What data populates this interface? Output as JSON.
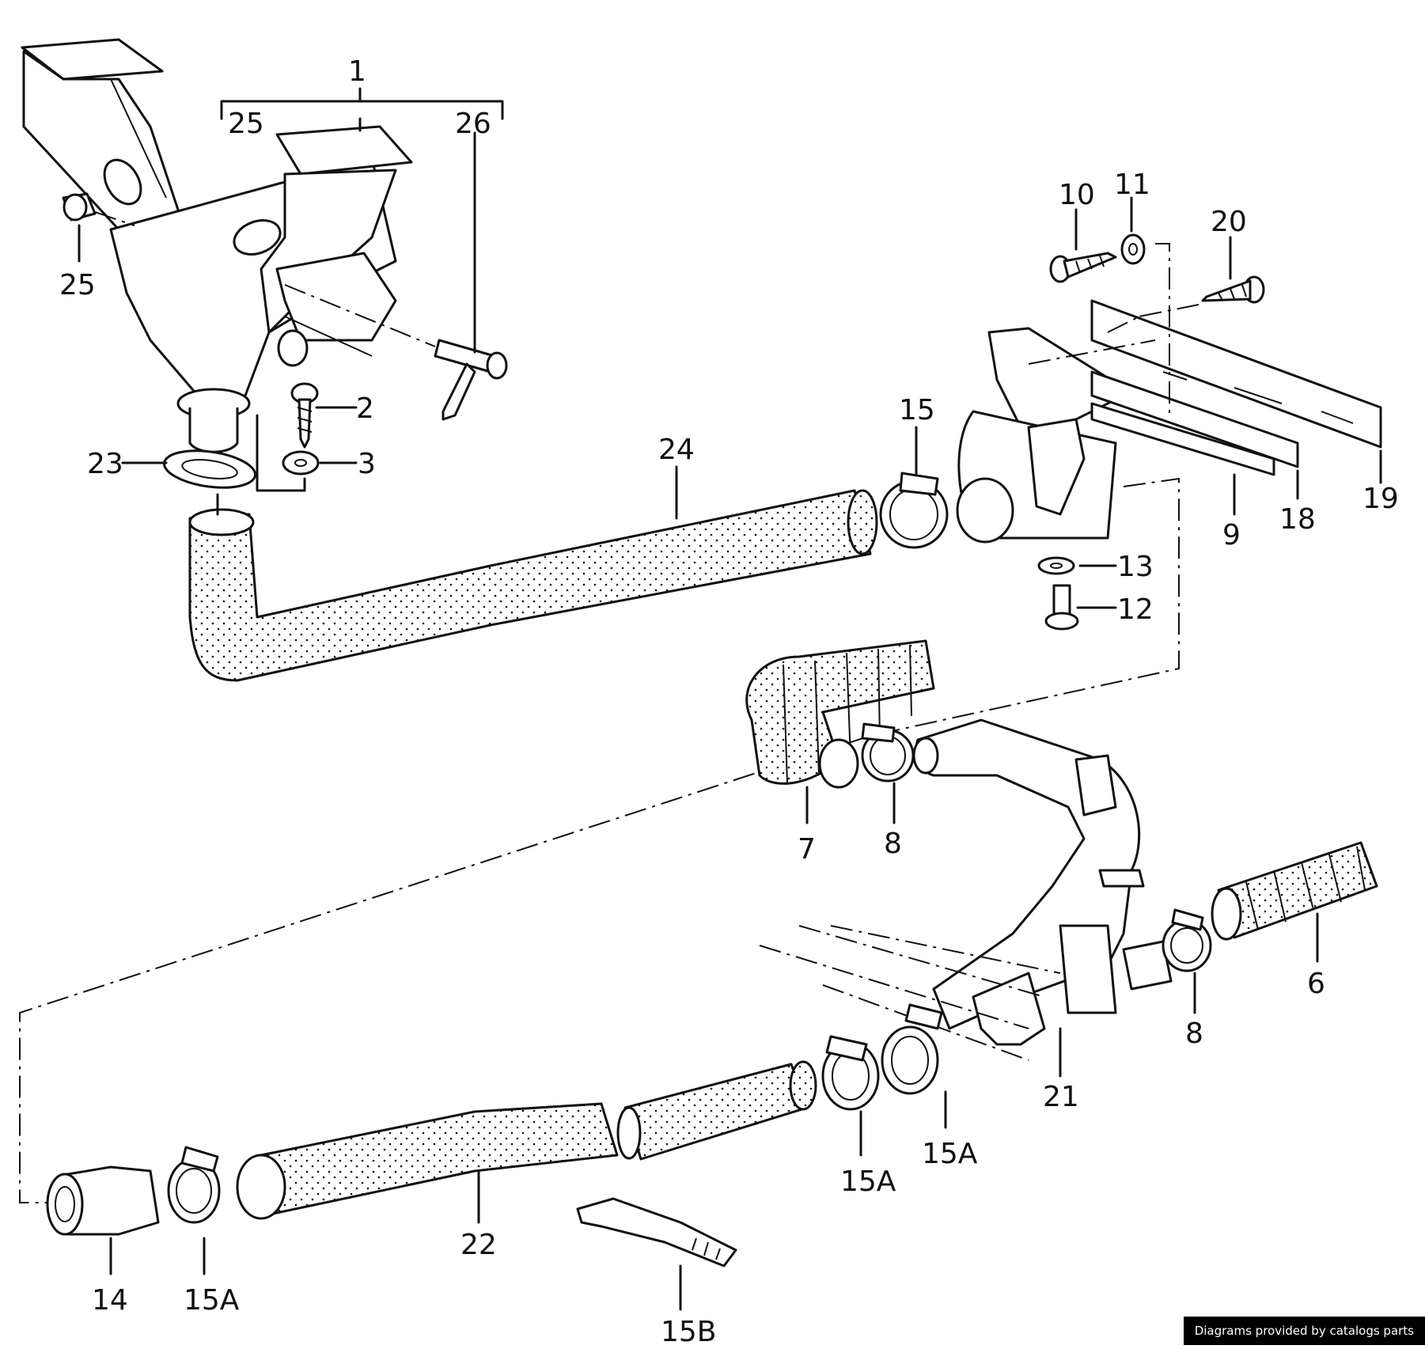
{
  "labels": {
    "l1": "1",
    "l25a": "25",
    "l26": "26",
    "l25b": "25",
    "l2": "2",
    "l3": "3",
    "l23": "23",
    "l24": "24",
    "l15": "15",
    "l10": "10",
    "l11": "11",
    "l20": "20",
    "l9": "9",
    "l18": "18",
    "l19": "19",
    "l13": "13",
    "l12": "12",
    "l7": "7",
    "l8a": "8",
    "l6": "6",
    "l8b": "8",
    "l21": "21",
    "l15a1": "15A",
    "l15a2": "15A",
    "l15a3": "15A",
    "l14": "14",
    "l22": "22",
    "l15b": "15B"
  },
  "credit": "Diagrams provided by catalogs parts"
}
